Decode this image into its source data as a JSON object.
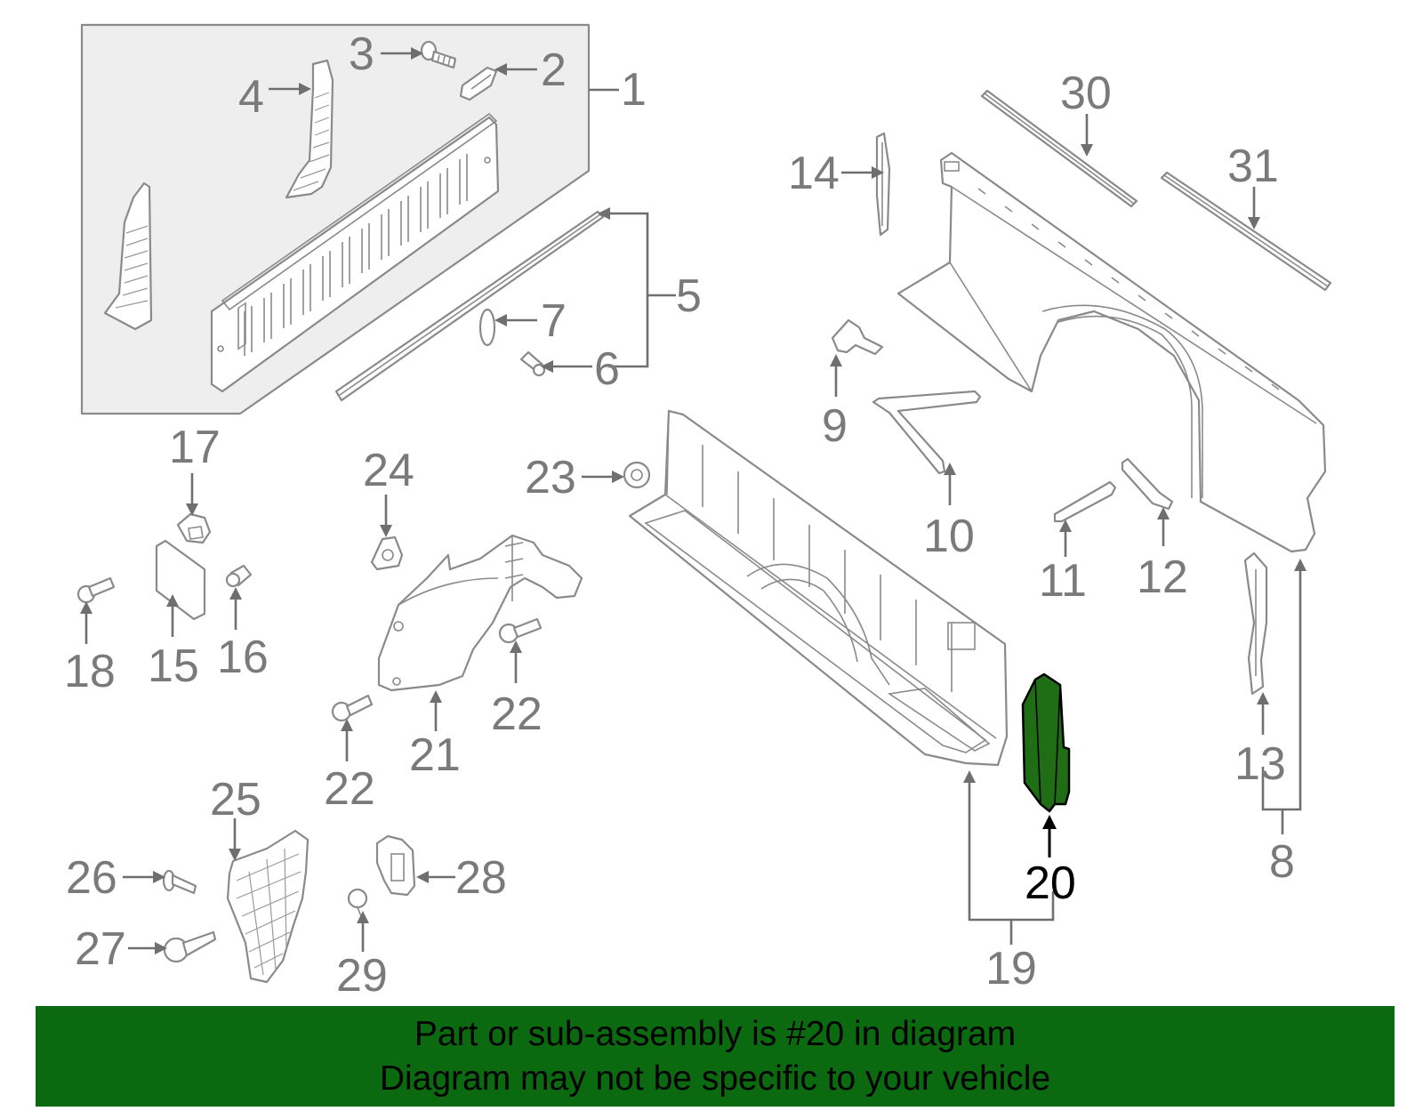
{
  "callouts": {
    "c1": "1",
    "c2": "2",
    "c3": "3",
    "c4": "4",
    "c5": "5",
    "c6": "6",
    "c7": "7",
    "c8": "8",
    "c9": "9",
    "c10": "10",
    "c11": "11",
    "c12": "12",
    "c13": "13",
    "c14": "14",
    "c15": "15",
    "c16": "16",
    "c17": "17",
    "c18": "18",
    "c19": "19",
    "c20": "20",
    "c21": "21",
    "c22a": "22",
    "c22b": "22",
    "c23": "23",
    "c24": "24",
    "c25": "25",
    "c26": "26",
    "c27": "27",
    "c28": "28",
    "c29": "29",
    "c30": "30",
    "c31": "31"
  },
  "footer": {
    "line1": "Part or sub-assembly is #20 in diagram",
    "line2": "Diagram may not be specific to your vehicle"
  },
  "colors": {
    "highlight_part": "#1f6e16",
    "banner": "#0b6a10",
    "line": "#8a8a8a"
  }
}
